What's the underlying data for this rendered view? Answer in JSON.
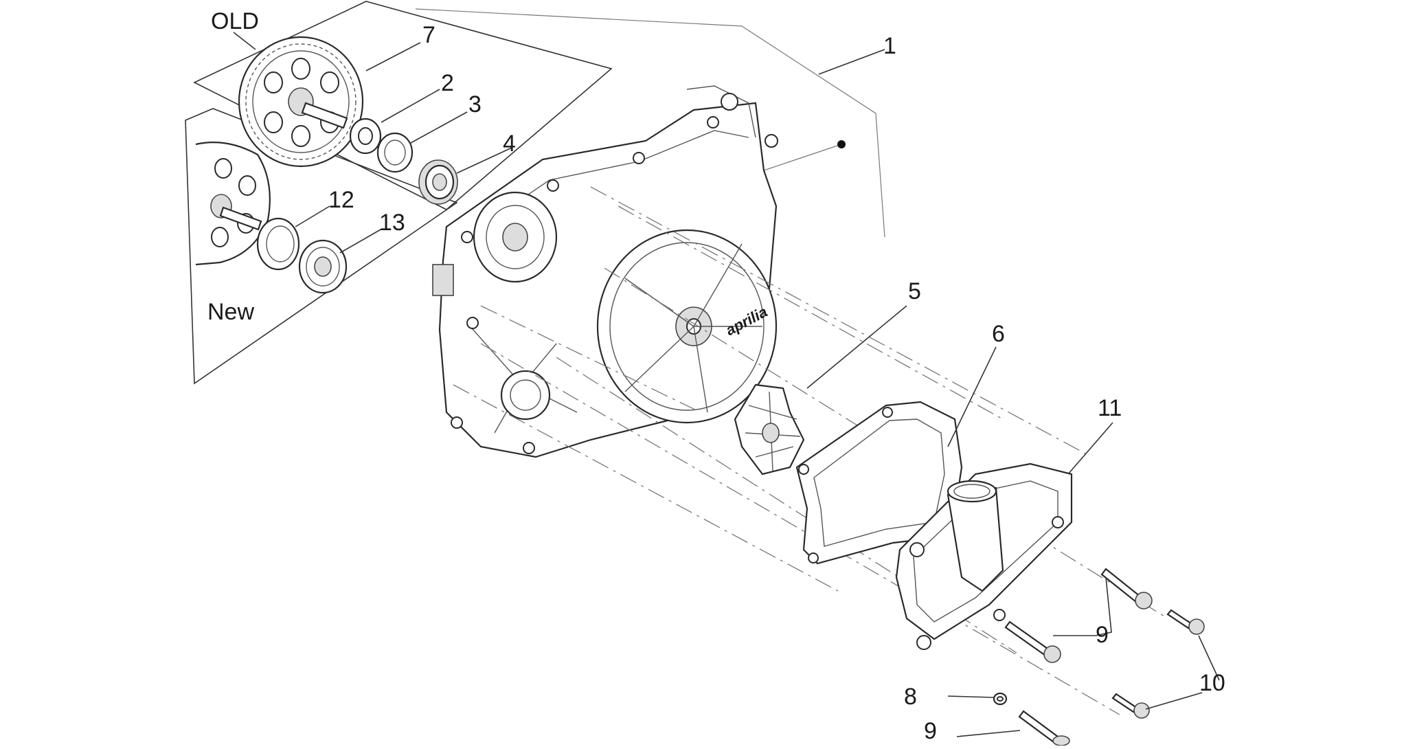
{
  "diagram": {
    "box_labels": {
      "old": "OLD",
      "new": "New"
    },
    "callouts": [
      {
        "id": "1",
        "text": "1"
      },
      {
        "id": "2",
        "text": "2"
      },
      {
        "id": "3",
        "text": "3"
      },
      {
        "id": "4",
        "text": "4"
      },
      {
        "id": "5",
        "text": "5"
      },
      {
        "id": "6",
        "text": "6"
      },
      {
        "id": "7",
        "text": "7"
      },
      {
        "id": "8",
        "text": "8"
      },
      {
        "id": "9a",
        "text": "9"
      },
      {
        "id": "9b",
        "text": "9"
      },
      {
        "id": "10",
        "text": "10"
      },
      {
        "id": "11",
        "text": "11"
      },
      {
        "id": "12",
        "text": "12"
      },
      {
        "id": "13",
        "text": "13"
      }
    ],
    "logo_text": "aprilia"
  }
}
